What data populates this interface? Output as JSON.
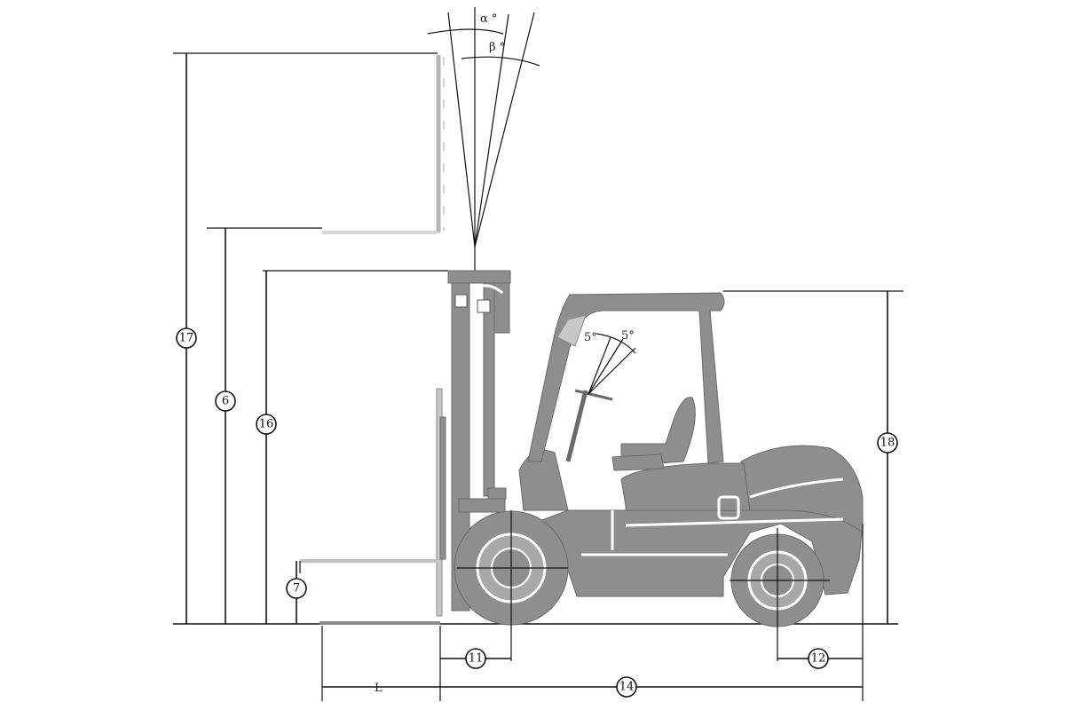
{
  "dimension_labels": {
    "d17": "17",
    "d6": "6",
    "d16": "16",
    "d7": "7",
    "d18": "18",
    "d11": "11",
    "d12": "12",
    "d14": "14",
    "dL": "L"
  },
  "angle_labels": {
    "alpha": "α °",
    "beta": "β °",
    "steer_left": "5°",
    "steer_right": "5°"
  }
}
